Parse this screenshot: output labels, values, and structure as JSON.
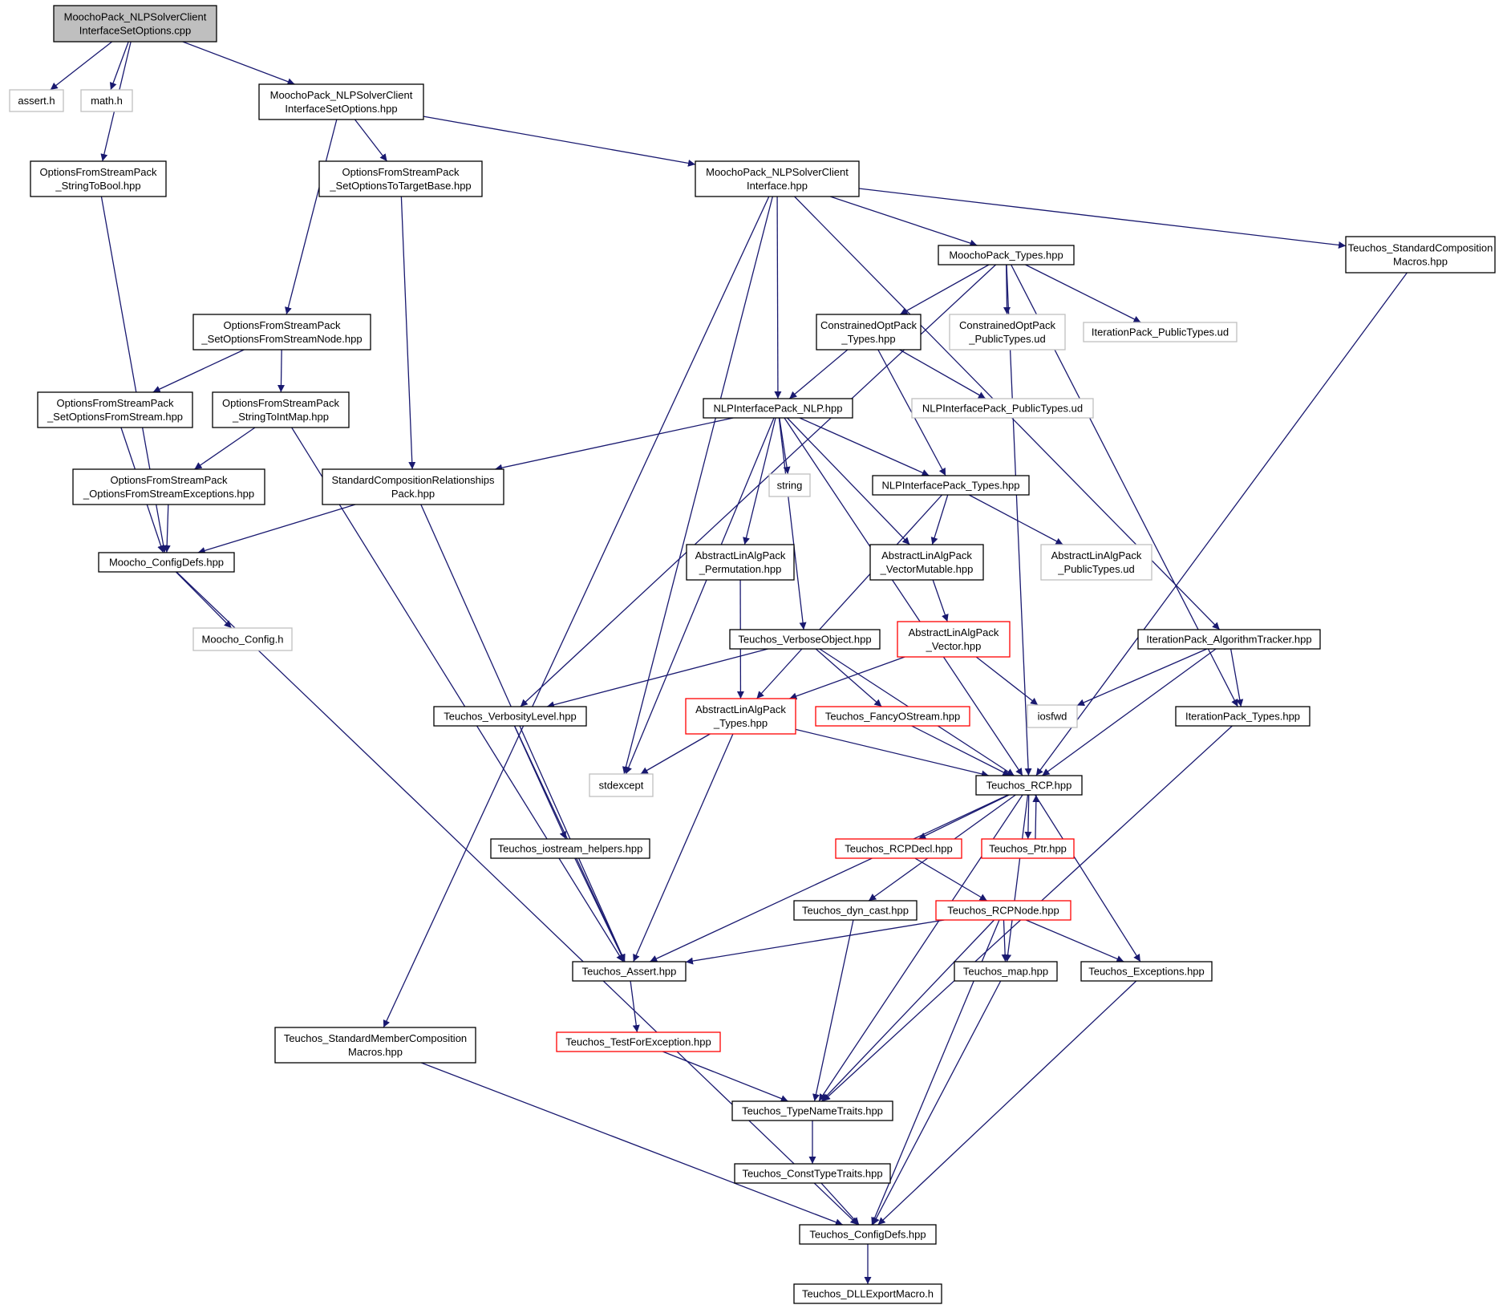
{
  "diagram": {
    "type": "include-dependency-graph",
    "colors": {
      "edge": "#191970",
      "root_fill": "#bfbfbf",
      "node_border": "#000000",
      "truncated_border": "#ff0000",
      "external_border": "#bfbfbf",
      "background": "#ffffff"
    },
    "nodes": [
      {
        "id": "root",
        "lines": [
          "MoochoPack_NLPSolverClient",
          "InterfaceSetOptions.cpp"
        ],
        "style": "root"
      },
      {
        "id": "assert",
        "lines": [
          "assert.h"
        ],
        "style": "external"
      },
      {
        "id": "math",
        "lines": [
          "math.h"
        ],
        "style": "external"
      },
      {
        "id": "setopts_hpp",
        "lines": [
          "MoochoPack_NLPSolverClient",
          "InterfaceSetOptions.hpp"
        ],
        "style": "normal"
      },
      {
        "id": "strtobool",
        "lines": [
          "OptionsFromStreamPack",
          "_StringToBool.hpp"
        ],
        "style": "normal"
      },
      {
        "id": "settotarget",
        "lines": [
          "OptionsFromStreamPack",
          "_SetOptionsToTargetBase.hpp"
        ],
        "style": "normal"
      },
      {
        "id": "clientif",
        "lines": [
          "MoochoPack_NLPSolverClient",
          "Interface.hpp"
        ],
        "style": "normal"
      },
      {
        "id": "stdcompmacros",
        "lines": [
          "Teuchos_StandardComposition",
          "Macros.hpp"
        ],
        "style": "normal"
      },
      {
        "id": "moochotypes",
        "lines": [
          "MoochoPack_Types.hpp"
        ],
        "style": "normal"
      },
      {
        "id": "setfromnode",
        "lines": [
          "OptionsFromStreamPack",
          "_SetOptionsFromStreamNode.hpp"
        ],
        "style": "normal"
      },
      {
        "id": "coptypes",
        "lines": [
          "ConstrainedOptPack",
          "_Types.hpp"
        ],
        "style": "normal"
      },
      {
        "id": "coppub",
        "lines": [
          "ConstrainedOptPack",
          "_PublicTypes.ud"
        ],
        "style": "external"
      },
      {
        "id": "iterpub",
        "lines": [
          "IterationPack_PublicTypes.ud"
        ],
        "style": "external"
      },
      {
        "id": "setfromstream",
        "lines": [
          "OptionsFromStreamPack",
          "_SetOptionsFromStream.hpp"
        ],
        "style": "normal"
      },
      {
        "id": "strtointmap",
        "lines": [
          "OptionsFromStreamPack",
          "_StringToIntMap.hpp"
        ],
        "style": "normal"
      },
      {
        "id": "nlpnlp",
        "lines": [
          "NLPInterfacePack_NLP.hpp"
        ],
        "style": "normal"
      },
      {
        "id": "nlppub",
        "lines": [
          "NLPInterfacePack_PublicTypes.ud"
        ],
        "style": "external"
      },
      {
        "id": "ofsexc",
        "lines": [
          "OptionsFromStreamPack",
          "_OptionsFromStreamExceptions.hpp"
        ],
        "style": "normal"
      },
      {
        "id": "stdcomprel",
        "lines": [
          "StandardCompositionRelationships",
          "Pack.hpp"
        ],
        "style": "normal"
      },
      {
        "id": "string",
        "lines": [
          "string"
        ],
        "style": "external"
      },
      {
        "id": "nlptypes",
        "lines": [
          "NLPInterfacePack_Types.hpp"
        ],
        "style": "normal"
      },
      {
        "id": "moochoconfigdefs",
        "lines": [
          "Moocho_ConfigDefs.hpp"
        ],
        "style": "normal"
      },
      {
        "id": "permutation",
        "lines": [
          "AbstractLinAlgPack",
          "_Permutation.hpp"
        ],
        "style": "normal"
      },
      {
        "id": "vecmut",
        "lines": [
          "AbstractLinAlgPack",
          "_VectorMutable.hpp"
        ],
        "style": "normal"
      },
      {
        "id": "alapub",
        "lines": [
          "AbstractLinAlgPack",
          "_PublicTypes.ud"
        ],
        "style": "external"
      },
      {
        "id": "moochoconfig",
        "lines": [
          "Moocho_Config.h"
        ],
        "style": "external"
      },
      {
        "id": "verboseobj",
        "lines": [
          "Teuchos_VerboseObject.hpp"
        ],
        "style": "normal"
      },
      {
        "id": "alavector",
        "lines": [
          "AbstractLinAlgPack",
          "_Vector.hpp"
        ],
        "style": "truncated"
      },
      {
        "id": "algtracker",
        "lines": [
          "IterationPack_AlgorithmTracker.hpp"
        ],
        "style": "normal"
      },
      {
        "id": "verblevel",
        "lines": [
          "Teuchos_VerbosityLevel.hpp"
        ],
        "style": "normal"
      },
      {
        "id": "alatypes",
        "lines": [
          "AbstractLinAlgPack",
          "_Types.hpp"
        ],
        "style": "truncated"
      },
      {
        "id": "fancyostream",
        "lines": [
          "Teuchos_FancyOStream.hpp"
        ],
        "style": "truncated"
      },
      {
        "id": "iosfwd",
        "lines": [
          "iosfwd"
        ],
        "style": "external"
      },
      {
        "id": "itertypes",
        "lines": [
          "IterationPack_Types.hpp"
        ],
        "style": "normal"
      },
      {
        "id": "stdexcept",
        "lines": [
          "stdexcept"
        ],
        "style": "external"
      },
      {
        "id": "rcp",
        "lines": [
          "Teuchos_RCP.hpp"
        ],
        "style": "normal"
      },
      {
        "id": "iohelpers",
        "lines": [
          "Teuchos_iostream_helpers.hpp"
        ],
        "style": "normal"
      },
      {
        "id": "rcpdecl",
        "lines": [
          "Teuchos_RCPDecl.hpp"
        ],
        "style": "truncated"
      },
      {
        "id": "ptr",
        "lines": [
          "Teuchos_Ptr.hpp"
        ],
        "style": "truncated"
      },
      {
        "id": "dyncast",
        "lines": [
          "Teuchos_dyn_cast.hpp"
        ],
        "style": "normal"
      },
      {
        "id": "rcpnode",
        "lines": [
          "Teuchos_RCPNode.hpp"
        ],
        "style": "truncated"
      },
      {
        "id": "tassert",
        "lines": [
          "Teuchos_Assert.hpp"
        ],
        "style": "normal"
      },
      {
        "id": "tmap",
        "lines": [
          "Teuchos_map.hpp"
        ],
        "style": "normal"
      },
      {
        "id": "texceptions",
        "lines": [
          "Teuchos_Exceptions.hpp"
        ],
        "style": "normal"
      },
      {
        "id": "stdmembermacros",
        "lines": [
          "Teuchos_StandardMemberComposition",
          "Macros.hpp"
        ],
        "style": "normal"
      },
      {
        "id": "testforexc",
        "lines": [
          "Teuchos_TestForException.hpp"
        ],
        "style": "truncated"
      },
      {
        "id": "typenametraits",
        "lines": [
          "Teuchos_TypeNameTraits.hpp"
        ],
        "style": "normal"
      },
      {
        "id": "consttypetraits",
        "lines": [
          "Teuchos_ConstTypeTraits.hpp"
        ],
        "style": "normal"
      },
      {
        "id": "tconfigdefs",
        "lines": [
          "Teuchos_ConfigDefs.hpp"
        ],
        "style": "normal"
      },
      {
        "id": "dllexport",
        "lines": [
          "Teuchos_DLLExportMacro.h"
        ],
        "style": "normal"
      }
    ],
    "edges": [
      [
        "root",
        "assert"
      ],
      [
        "root",
        "math"
      ],
      [
        "root",
        "strtobool"
      ],
      [
        "root",
        "setopts_hpp"
      ],
      [
        "setopts_hpp",
        "settotarget"
      ],
      [
        "setopts_hpp",
        "clientif"
      ],
      [
        "setopts_hpp",
        "setfromnode"
      ],
      [
        "strtobool",
        "moochoconfigdefs"
      ],
      [
        "settotarget",
        "stdcomprel"
      ],
      [
        "clientif",
        "moochotypes"
      ],
      [
        "clientif",
        "stdcompmacros"
      ],
      [
        "clientif",
        "nlpnlp"
      ],
      [
        "clientif",
        "stdexcept"
      ],
      [
        "clientif",
        "stdmembermacros"
      ],
      [
        "clientif",
        "algtracker"
      ],
      [
        "stdcompmacros",
        "rcp"
      ],
      [
        "moochotypes",
        "coptypes"
      ],
      [
        "moochotypes",
        "coppub"
      ],
      [
        "moochotypes",
        "iterpub"
      ],
      [
        "moochotypes",
        "verblevel"
      ],
      [
        "moochotypes",
        "itertypes"
      ],
      [
        "moochotypes",
        "rcp"
      ],
      [
        "setfromnode",
        "setfromstream"
      ],
      [
        "setfromnode",
        "strtointmap"
      ],
      [
        "coptypes",
        "nlpnlp"
      ],
      [
        "coptypes",
        "nlppub"
      ],
      [
        "coptypes",
        "nlptypes"
      ],
      [
        "setfromstream",
        "moochoconfigdefs"
      ],
      [
        "strtointmap",
        "ofsexc"
      ],
      [
        "strtointmap",
        "tassert"
      ],
      [
        "nlpnlp",
        "stdcomprel"
      ],
      [
        "nlpnlp",
        "string"
      ],
      [
        "nlpnlp",
        "nlptypes"
      ],
      [
        "nlpnlp",
        "permutation"
      ],
      [
        "nlpnlp",
        "vecmut"
      ],
      [
        "nlpnlp",
        "verboseobj"
      ],
      [
        "nlpnlp",
        "stdexcept"
      ],
      [
        "nlpnlp",
        "rcp"
      ],
      [
        "ofsexc",
        "moochoconfigdefs"
      ],
      [
        "stdcomprel",
        "moochoconfigdefs"
      ],
      [
        "stdcomprel",
        "tassert"
      ],
      [
        "nlptypes",
        "vecmut"
      ],
      [
        "nlptypes",
        "alapub"
      ],
      [
        "nlptypes",
        "alatypes"
      ],
      [
        "moochoconfigdefs",
        "moochoconfig"
      ],
      [
        "moochoconfigdefs",
        "tconfigdefs"
      ],
      [
        "permutation",
        "alatypes"
      ],
      [
        "vecmut",
        "alavector"
      ],
      [
        "verboseobj",
        "verblevel"
      ],
      [
        "verboseobj",
        "fancyostream"
      ],
      [
        "verboseobj",
        "rcp"
      ],
      [
        "alavector",
        "alatypes"
      ],
      [
        "alavector",
        "iosfwd"
      ],
      [
        "algtracker",
        "iosfwd"
      ],
      [
        "algtracker",
        "itertypes"
      ],
      [
        "algtracker",
        "rcp"
      ],
      [
        "verblevel",
        "iohelpers"
      ],
      [
        "verblevel",
        "tassert"
      ],
      [
        "alatypes",
        "stdexcept"
      ],
      [
        "alatypes",
        "rcp"
      ],
      [
        "alatypes",
        "tassert"
      ],
      [
        "fancyostream",
        "rcp"
      ],
      [
        "itertypes",
        "typenametraits"
      ],
      [
        "rcp",
        "rcpdecl"
      ],
      [
        "rcp",
        "ptr"
      ],
      [
        "rcp",
        "dyncast"
      ],
      [
        "rcp",
        "tmap"
      ],
      [
        "rcp",
        "texceptions"
      ],
      [
        "rcp",
        "typenametraits"
      ],
      [
        "rcp",
        "tassert"
      ],
      [
        "ptr",
        "rcp"
      ],
      [
        "iohelpers",
        "tassert"
      ],
      [
        "rcpdecl",
        "rcpnode"
      ],
      [
        "dyncast",
        "typenametraits"
      ],
      [
        "rcpnode",
        "tassert"
      ],
      [
        "rcpnode",
        "tmap"
      ],
      [
        "rcpnode",
        "texceptions"
      ],
      [
        "rcpnode",
        "typenametraits"
      ],
      [
        "rcpnode",
        "tconfigdefs"
      ],
      [
        "tassert",
        "testforexc"
      ],
      [
        "tmap",
        "tconfigdefs"
      ],
      [
        "texceptions",
        "tconfigdefs"
      ],
      [
        "stdmembermacros",
        "tconfigdefs"
      ],
      [
        "testforexc",
        "typenametraits"
      ],
      [
        "typenametraits",
        "consttypetraits"
      ],
      [
        "consttypetraits",
        "tconfigdefs"
      ],
      [
        "tconfigdefs",
        "dllexport"
      ]
    ]
  }
}
